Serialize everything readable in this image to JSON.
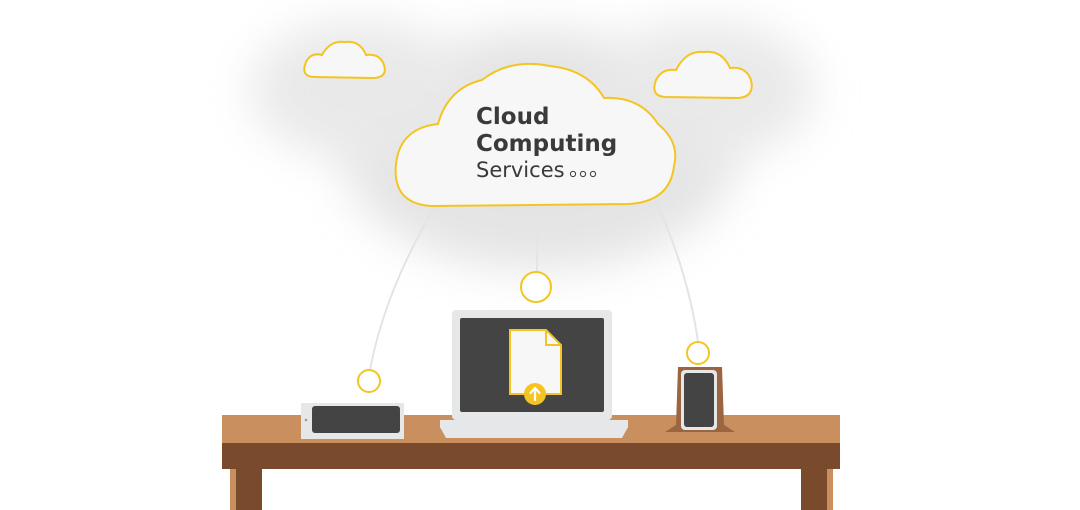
{
  "cloud": {
    "line1": "Cloud",
    "line2": "Computing",
    "line3": "Services"
  },
  "colors": {
    "accent": "#f4c522",
    "text": "#3a3a3a",
    "cloud_fill": "#f7f7f7",
    "screen": "#444444",
    "device_body": "#e6e7e9",
    "desk_top": "#c98f5e",
    "desk_apron": "#7a4a2c",
    "desk_leg": "#7a4a2c",
    "phone_stand": "#9a6540"
  },
  "icons": {
    "upload": "upload-arrow-icon",
    "file": "document-icon"
  }
}
